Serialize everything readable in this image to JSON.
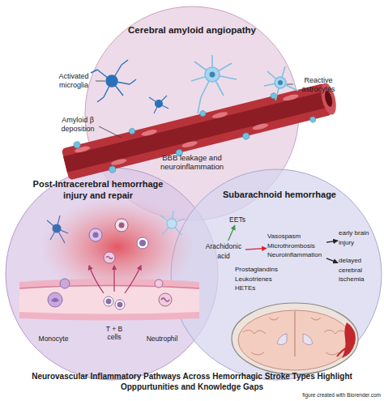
{
  "diagram": {
    "caption": "Neurovascular Inflammatory Pathways Across Hemorrhagic Stroke Types Highlight Opppurtunities and Knowledge Gaps",
    "nodes": [
      {
        "text": [
          "Cerebral amyloid angiopathy"
        ]
      },
      {
        "text": [
          "Post-Intracerebral hemorrhage injury and repair"
        ]
      },
      {
        "text": [
          "Subarachnoid hemorrhage"
        ]
      },
      {
        "text": [
          "Arachidonic acid"
        ],
        "in": 2
      },
      {
        "text": [
          "EETs"
        ],
        "in": 2
      },
      {
        "text": [
          "Vasospasm Microthrombosis Neuroinflammation"
        ],
        "in": 2
      },
      {
        "text": [
          "early brain injury"
        ],
        "in": 2
      },
      {
        "text": [
          "delayed cerebral ischemia"
        ],
        "in": 2
      }
    ],
    "edges": [
      {
        "from": 3,
        "to": 4,
        "arrow": "to"
      },
      {
        "from": 3,
        "to": 5,
        "arrow": "to",
        "label": "Prostaglandins Leukotrienes HETEs"
      },
      {
        "from": 5,
        "to": 6,
        "arrow": "to"
      },
      {
        "from": 5,
        "to": 7,
        "arrow": "to"
      }
    ],
    "labels": [
      "Activated microglia",
      "Reactive astrocytes",
      "Amyloid β deposition",
      "BBB leakage and neuroinflammation",
      "Monocyte",
      "T + B cells",
      "Neutrophil",
      "figure created with Biorender.com"
    ]
  }
}
